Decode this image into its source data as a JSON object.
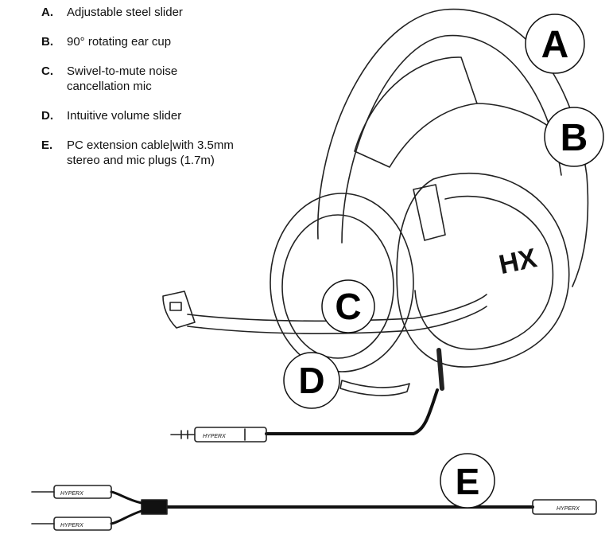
{
  "legend": {
    "items": [
      {
        "letter": "A.",
        "text": "Adjustable steel slider"
      },
      {
        "letter": "B.",
        "text": "90° rotating ear cup"
      },
      {
        "letter": "C.",
        "text": "Swivel-to-mute noise\ncancellation mic"
      },
      {
        "letter": "D.",
        "text": "Intuitive volume slider"
      },
      {
        "letter": "E.",
        "text": "PC extension cable|with 3.5mm\nstereo and mic plugs (1.7m)"
      }
    ]
  },
  "callouts": {
    "a": "A",
    "b": "B",
    "c": "C",
    "d": "D",
    "e": "E"
  },
  "brand": {
    "logo_mark": "HX",
    "plug_text": "HYPERX"
  }
}
